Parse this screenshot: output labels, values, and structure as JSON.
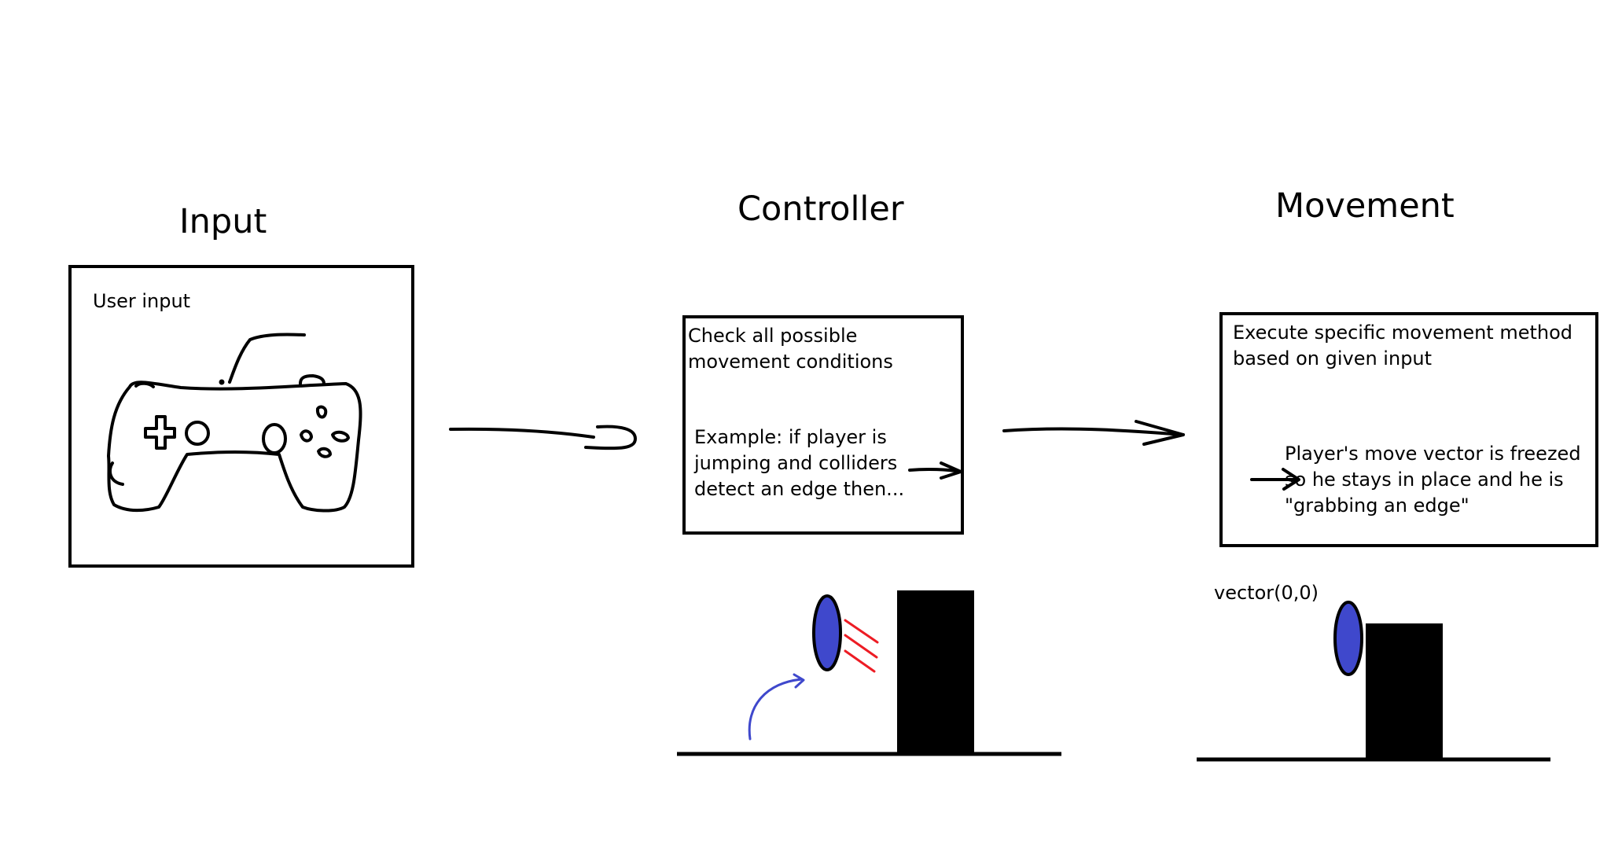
{
  "headings": {
    "input": "Input",
    "controller": "Controller",
    "movement": "Movement"
  },
  "input_box": {
    "label": "User input",
    "icon": "gamepad-icon"
  },
  "controller_box": {
    "text": "Check all possible movement conditions",
    "example": "Example: if player is jumping and colliders detect an edge then..."
  },
  "movement_box": {
    "text": "Execute specific movement method based on given input",
    "result": "Player's move vector is freezed so he stays in place and he is \"grabbing an edge\""
  },
  "movement_scene": {
    "vector_label": "vector(0,0)"
  },
  "colors": {
    "player": "#3f48cc",
    "detector": "#ed1c24",
    "jump_arrow": "#3f48cc",
    "ink": "#000000"
  }
}
